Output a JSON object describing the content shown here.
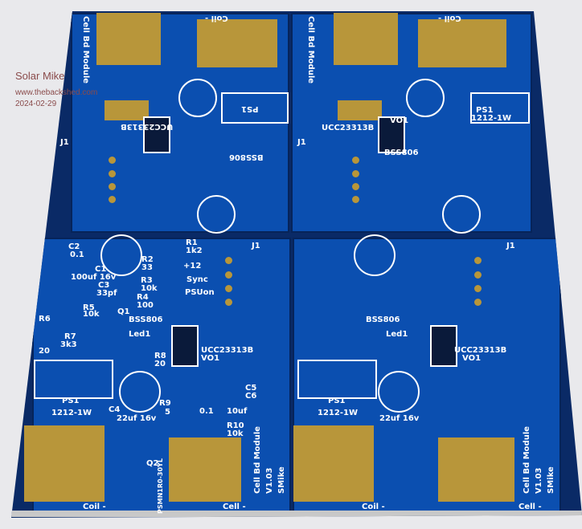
{
  "credit": {
    "author": "Solar Mike",
    "site": "www.thebackshed.com",
    "date": "2024-02-29"
  },
  "silkscreen": {
    "module": "Cell Bd Module",
    "version": "V1.03",
    "initials": "SMike",
    "coil": "Coil -",
    "cell": "Cell -",
    "j1": "J1",
    "ps1": "PS1",
    "ps1_part": "1212-1W",
    "vo1": "VO1",
    "ic": "UCC23313B",
    "q1": "Q1",
    "q1_part": "BSS806",
    "q2": "Q2",
    "q2_part": "PSMN1R0-30YL",
    "led": "Led1",
    "c1": "C1",
    "c1_val": "100uf 16v",
    "c2": "C2",
    "c2_val": "0.1",
    "c3": "C3",
    "c3_val": "33pf",
    "c4": "C4",
    "c4_val": "22uf 16v",
    "c5": "C5",
    "c6": "C6",
    "c5_val": "0.1",
    "c6_val": "10uf",
    "r1": "R1",
    "r1_val": "1k2",
    "r2": "R2",
    "r2_val": "33",
    "r3": "R3",
    "r3_val": "10k",
    "r4": "R4",
    "r4_val": "100",
    "r5": "R5",
    "r5_val": "10k",
    "r6": "R6",
    "r6_val": "20",
    "r7": "R7",
    "r7_val": "3k3",
    "r8": "R8",
    "r8_val": "20",
    "r9": "R9",
    "r9_val": "5",
    "r10": "R10",
    "r10_val": "10k",
    "pin_12": "+12",
    "pin_sync": "Sync",
    "pin_psuon": "PSUon"
  }
}
